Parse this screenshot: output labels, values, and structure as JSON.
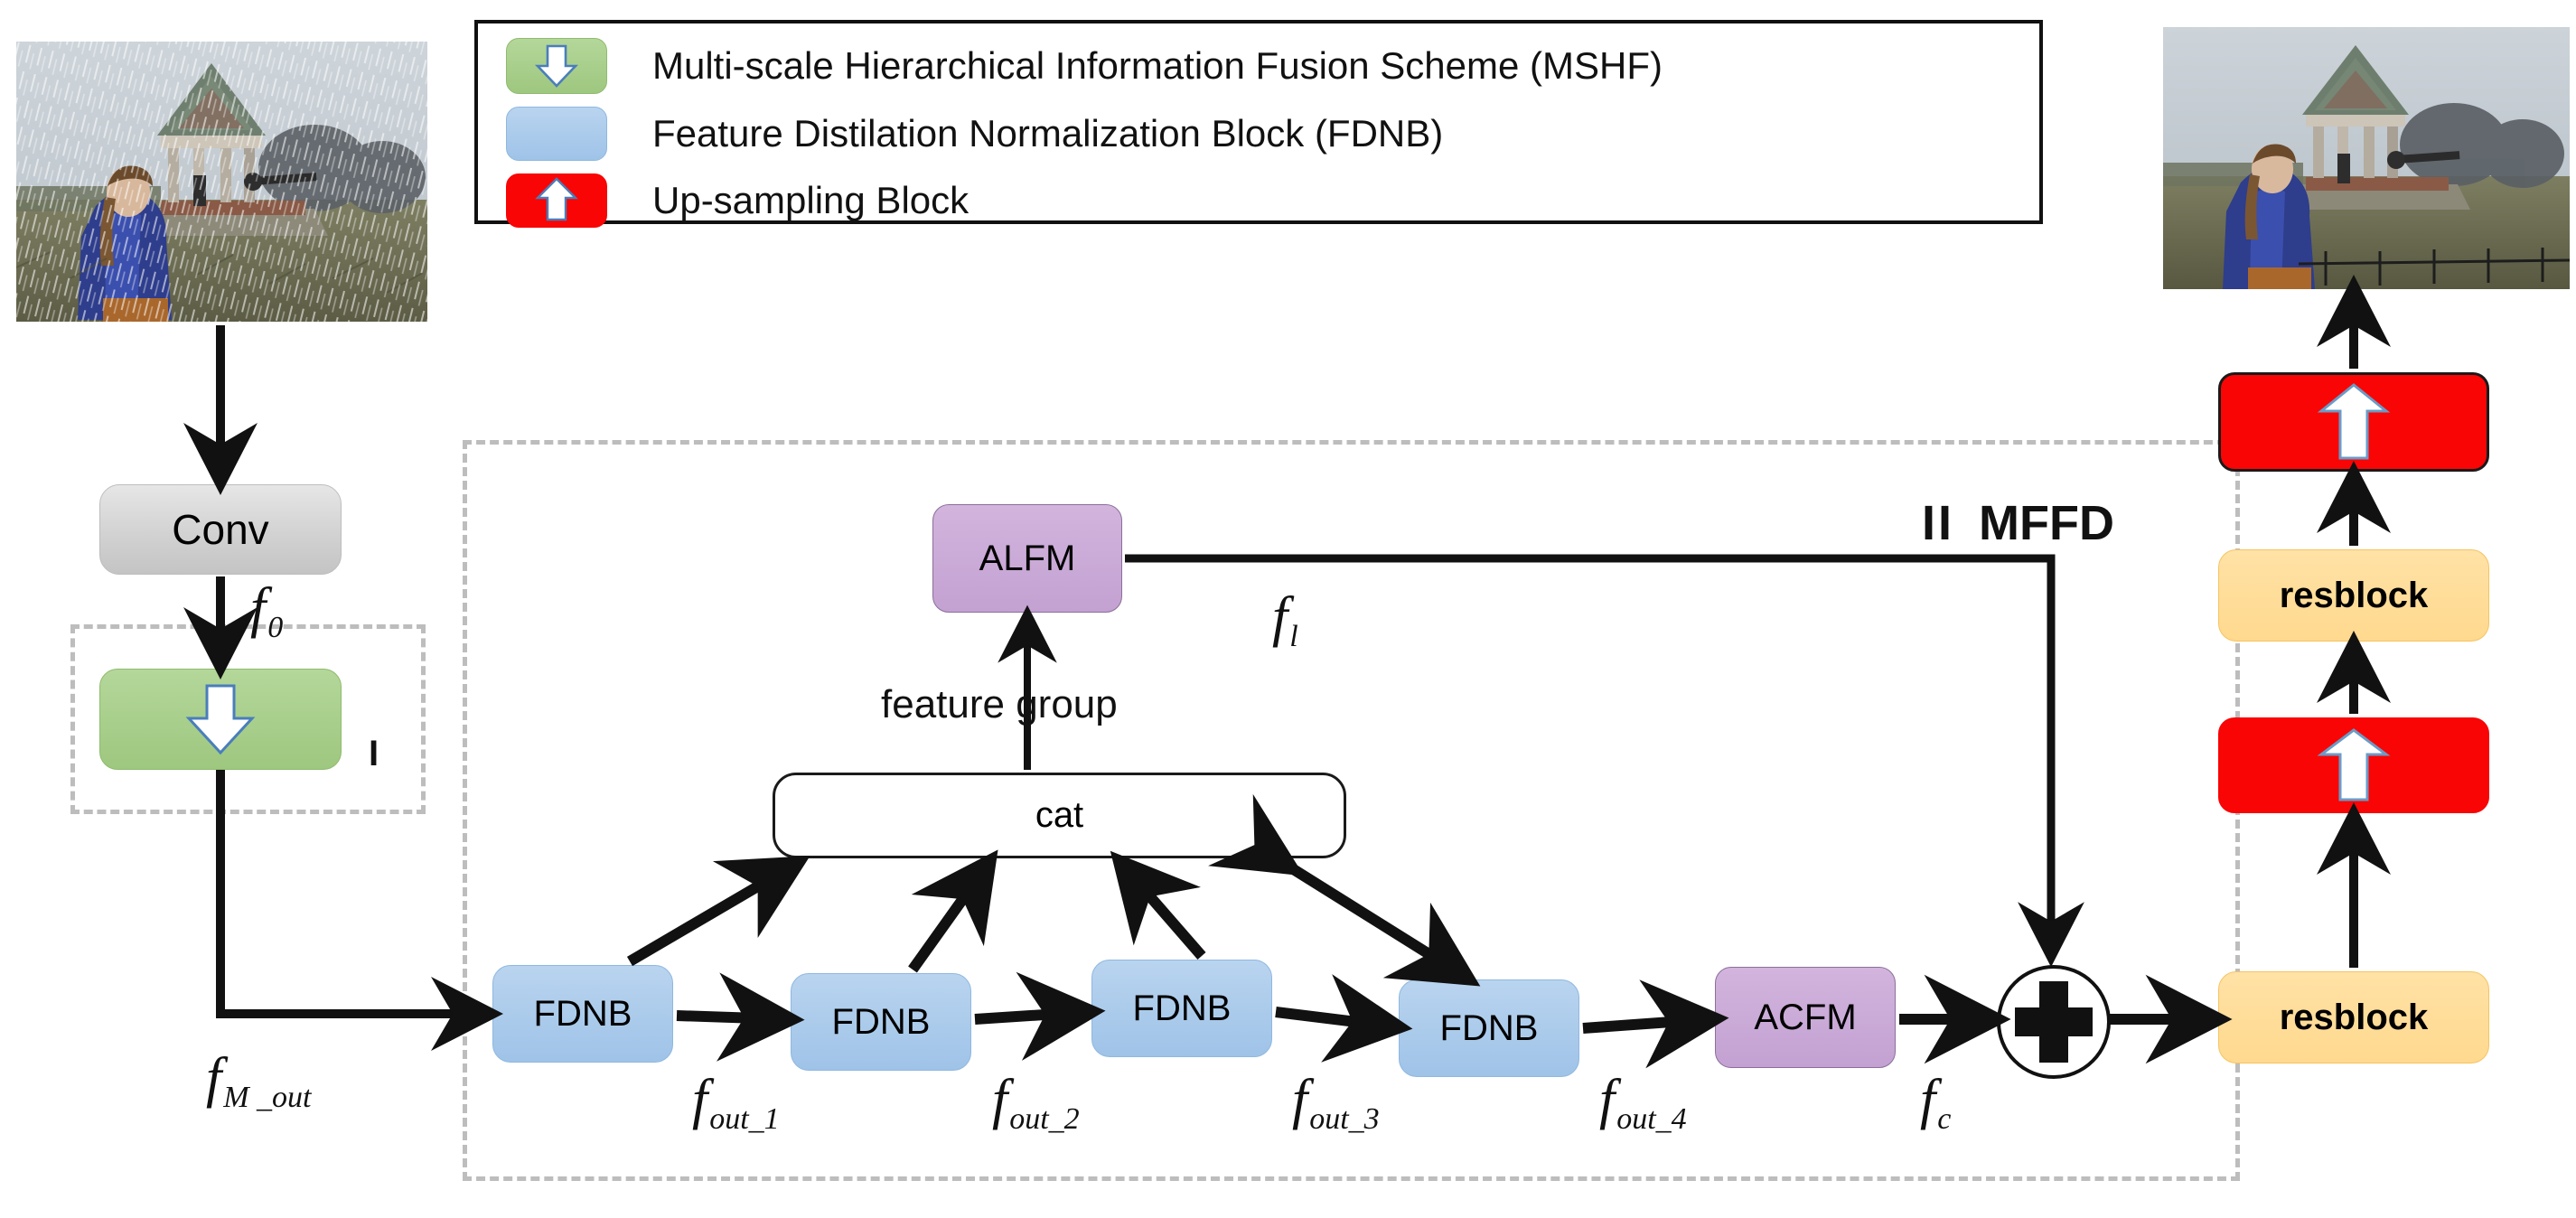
{
  "legend": {
    "items": [
      {
        "swatch": "green-down-arrow",
        "label": "Multi-scale Hierarchical Information Fusion Scheme (MSHF)"
      },
      {
        "swatch": "blue-plain",
        "label": "Feature Distilation Normalization Block (FDNB)"
      },
      {
        "swatch": "red-up-arrow",
        "label": " Up-sampling Block"
      }
    ]
  },
  "stage_markers": {
    "stage_one": "I",
    "stage_two": "II",
    "stage_two_name": "MFFD"
  },
  "nodes": {
    "conv": "Conv",
    "mshf": "",
    "alfm": "ALFM",
    "cat": "cat",
    "acfm": "ACFM",
    "fdnb": [
      "FDNB",
      "FDNB",
      "FDNB",
      "FDNB"
    ],
    "resblock": [
      "resblock",
      "resblock"
    ],
    "upsample": [
      "",
      ""
    ]
  },
  "edge_labels": {
    "f0": "f",
    "f0_sub": "0",
    "fm_out": "f",
    "fm_out_sub": "M _out",
    "fout1": "f",
    "fout1_sub": "out_1",
    "fout2": "f",
    "fout2_sub": "out_2",
    "fout3": "f",
    "fout3_sub": "out_3",
    "fout4": "f",
    "fout4_sub": "out_4",
    "fc": "f",
    "fc_sub": "c",
    "fl": "f",
    "fl_sub": "l",
    "feature_group": "feature group"
  },
  "images": {
    "input": "rainy-scene-photo",
    "output": "derained-scene-photo"
  },
  "colors": {
    "green_block": "#a9d089",
    "blue_block": "#a8c9e8",
    "purple_block": "#c9a9d8",
    "red_block": "#f90505",
    "orange_block": "#ffd98e",
    "gray_block": "#d2d2d2",
    "dashed_border": "#bdbdbd",
    "arrow": "#111111"
  }
}
